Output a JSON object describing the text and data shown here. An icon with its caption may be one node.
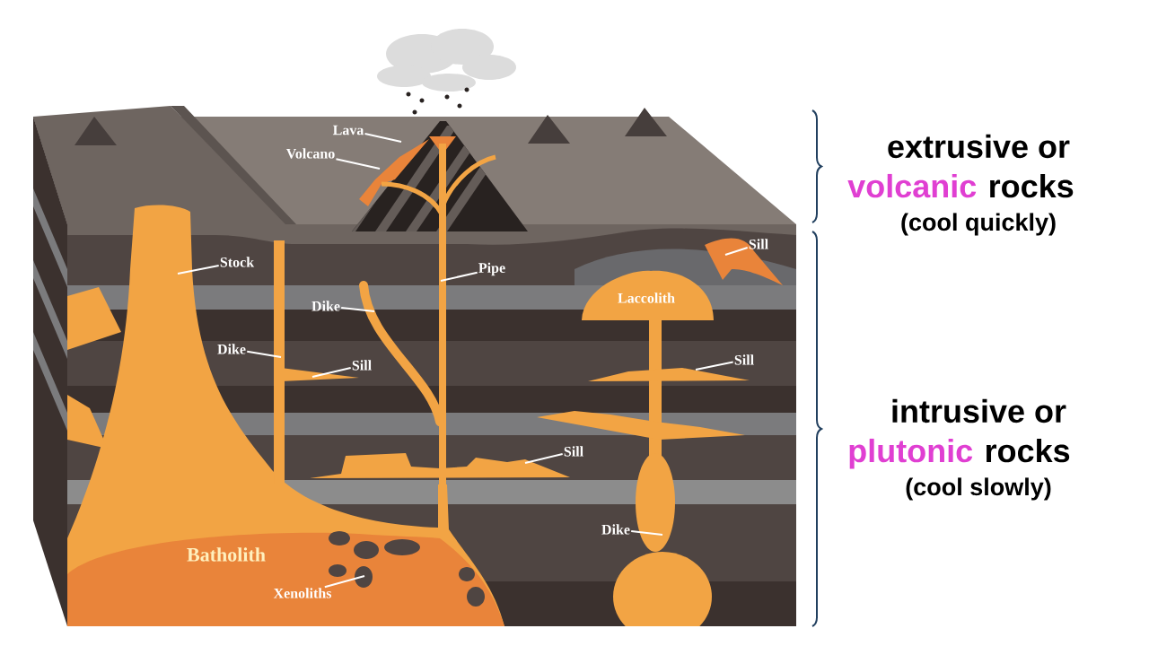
{
  "diagram": {
    "nodes": [
      {
        "text": [
          "Lava"
        ]
      },
      {
        "text": [
          "Volcano"
        ]
      },
      {
        "text": [
          "Stock"
        ]
      },
      {
        "text": [
          "Pipe"
        ]
      },
      {
        "text": [
          "Sill"
        ]
      },
      {
        "text": [
          "Dike"
        ]
      },
      {
        "text": [
          "Dike"
        ]
      },
      {
        "text": [
          "Sill"
        ]
      },
      {
        "text": [
          "Sill"
        ]
      },
      {
        "text": [
          "Sill"
        ]
      },
      {
        "text": [
          "Dike"
        ]
      },
      {
        "text": [
          "Xenoliths"
        ]
      }
    ],
    "edges": [
      {
        "from": 0,
        "to": null,
        "arrow": "none"
      },
      {
        "from": 1,
        "to": null,
        "arrow": "none"
      },
      {
        "from": 2,
        "to": null,
        "arrow": "none"
      },
      {
        "from": 3,
        "to": null,
        "arrow": "none"
      },
      {
        "from": 4,
        "to": null,
        "arrow": "none"
      },
      {
        "from": 5,
        "to": null,
        "arrow": "none"
      },
      {
        "from": 6,
        "to": null,
        "arrow": "none"
      },
      {
        "from": 7,
        "to": null,
        "arrow": "none"
      },
      {
        "from": 8,
        "to": null,
        "arrow": "none"
      },
      {
        "from": 9,
        "to": null,
        "arrow": "none"
      },
      {
        "from": 10,
        "to": null,
        "arrow": "none"
      },
      {
        "from": 11,
        "to": null,
        "arrow": "none"
      }
    ],
    "labels": [
      "Laccolith",
      "Batholith",
      "extrusive or",
      "volcanic",
      "rocks",
      "(cool quickly)",
      "intrusive or",
      "plutonic",
      "rocks",
      "(cool slowly)"
    ]
  }
}
